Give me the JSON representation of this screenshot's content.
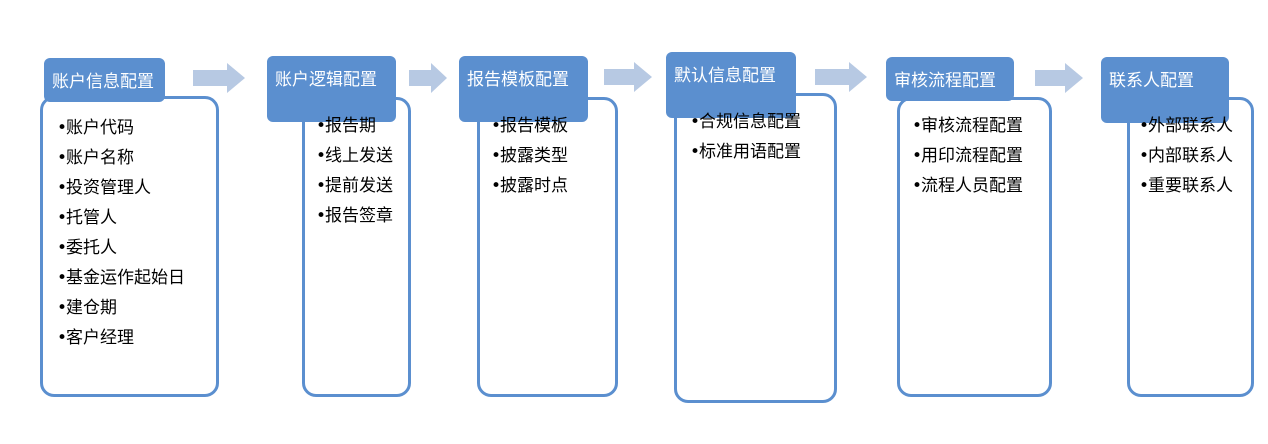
{
  "colors": {
    "primary": "#5b8fcf",
    "arrow": "#b7c9e3",
    "header_text": "#ffffff",
    "item_text": "#000000"
  },
  "bullet": "•",
  "stages": [
    {
      "title": "账户信息配置",
      "items": [
        "账户代码",
        "账户名称",
        "投资管理人",
        "托管人",
        "委托人",
        "基金运作起始日",
        "建仓期",
        "客户经理"
      ]
    },
    {
      "title": "账户逻辑配置",
      "items": [
        "报告期",
        "线上发送",
        "提前发送",
        "报告签章"
      ]
    },
    {
      "title": "报告模板配置",
      "items": [
        "报告模板",
        "披露类型",
        "披露时点"
      ]
    },
    {
      "title": "默认信息配置",
      "items": [
        "合规信息配置",
        "标准用语配置"
      ]
    },
    {
      "title": "审核流程配置",
      "items": [
        "审核流程配置",
        "用印流程配置",
        "流程人员配置"
      ]
    },
    {
      "title": "联系人配置",
      "items": [
        "外部联系人",
        "内部联系人",
        "重要联系人"
      ]
    }
  ],
  "arrows": 5
}
